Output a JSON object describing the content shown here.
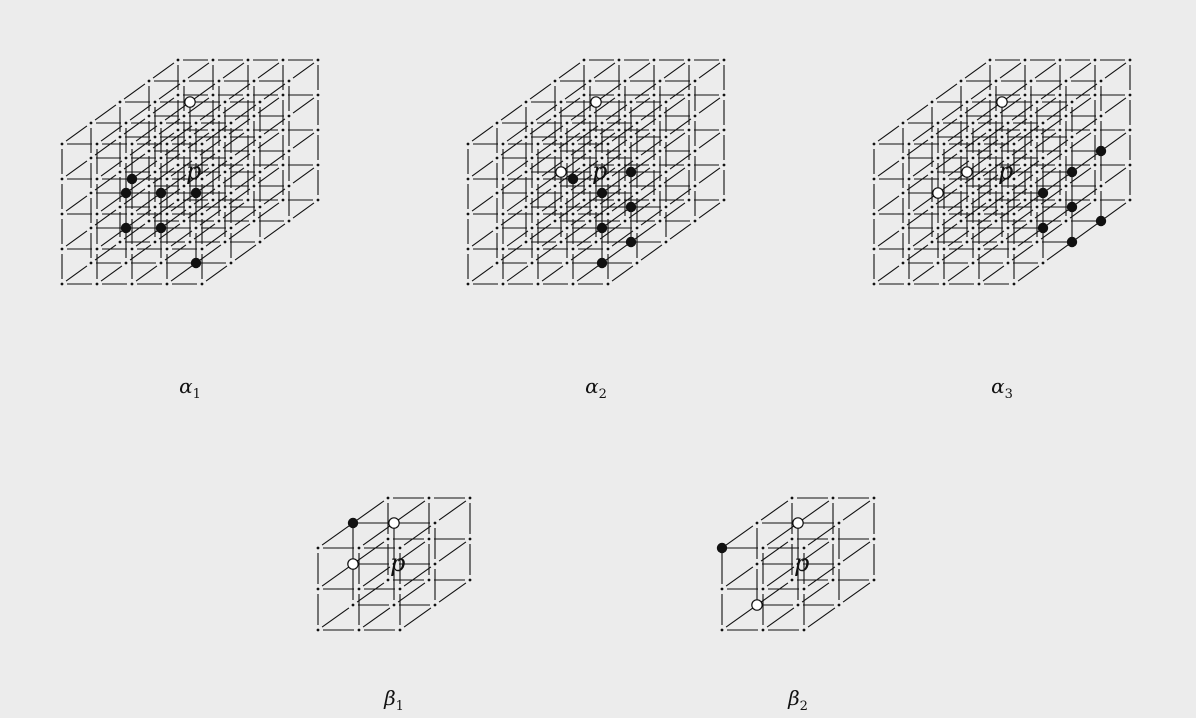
{
  "colors": {
    "background": "#ececec",
    "ink": "#111111",
    "hollow_fill": "#ffffff"
  },
  "center_label": "p",
  "figures": [
    {
      "id": "alpha1",
      "greek": "α",
      "sub": "1",
      "grid": 4,
      "black": [
        [
          -1,
          0,
          -1
        ],
        [
          0,
          0,
          -1
        ],
        [
          1,
          0,
          -1
        ],
        [
          -1,
          1,
          -1
        ],
        [
          0,
          1,
          -1
        ],
        [
          0,
          -1,
          -2
        ],
        [
          1,
          2,
          -1
        ]
      ],
      "hollow": [
        [
          0,
          -2,
          0
        ]
      ]
    },
    {
      "id": "alpha2",
      "greek": "α",
      "sub": "2",
      "grid": 4,
      "black": [
        [
          1,
          0,
          0
        ],
        [
          1,
          1,
          0
        ],
        [
          1,
          2,
          0
        ],
        [
          1,
          0,
          -1
        ],
        [
          1,
          1,
          -1
        ],
        [
          1,
          2,
          -1
        ],
        [
          1,
          -1,
          -2
        ]
      ],
      "hollow": [
        [
          0,
          -2,
          0
        ],
        [
          -1,
          0,
          0
        ]
      ]
    },
    {
      "id": "alpha3",
      "greek": "α",
      "sub": "3",
      "grid": 4,
      "black": [
        [
          2,
          0,
          0
        ],
        [
          2,
          1,
          0
        ],
        [
          2,
          2,
          0
        ],
        [
          2,
          0,
          -1
        ],
        [
          2,
          1,
          -1
        ],
        [
          2,
          0,
          1
        ],
        [
          2,
          2,
          1
        ]
      ],
      "hollow": [
        [
          0,
          -2,
          0
        ],
        [
          -1,
          0,
          0
        ],
        [
          -1,
          0,
          -1
        ]
      ]
    },
    {
      "id": "beta1",
      "greek": "β",
      "sub": "1",
      "grid": 2,
      "black": [
        [
          -1,
          -1,
          0
        ]
      ],
      "hollow": [
        [
          0,
          -1,
          0
        ],
        [
          -1,
          0,
          0
        ]
      ]
    },
    {
      "id": "beta2",
      "greek": "β",
      "sub": "2",
      "grid": 2,
      "black": [
        [
          -1,
          -1,
          -1
        ]
      ],
      "hollow": [
        [
          0,
          -1,
          0
        ],
        [
          -1,
          1,
          0
        ]
      ]
    }
  ]
}
